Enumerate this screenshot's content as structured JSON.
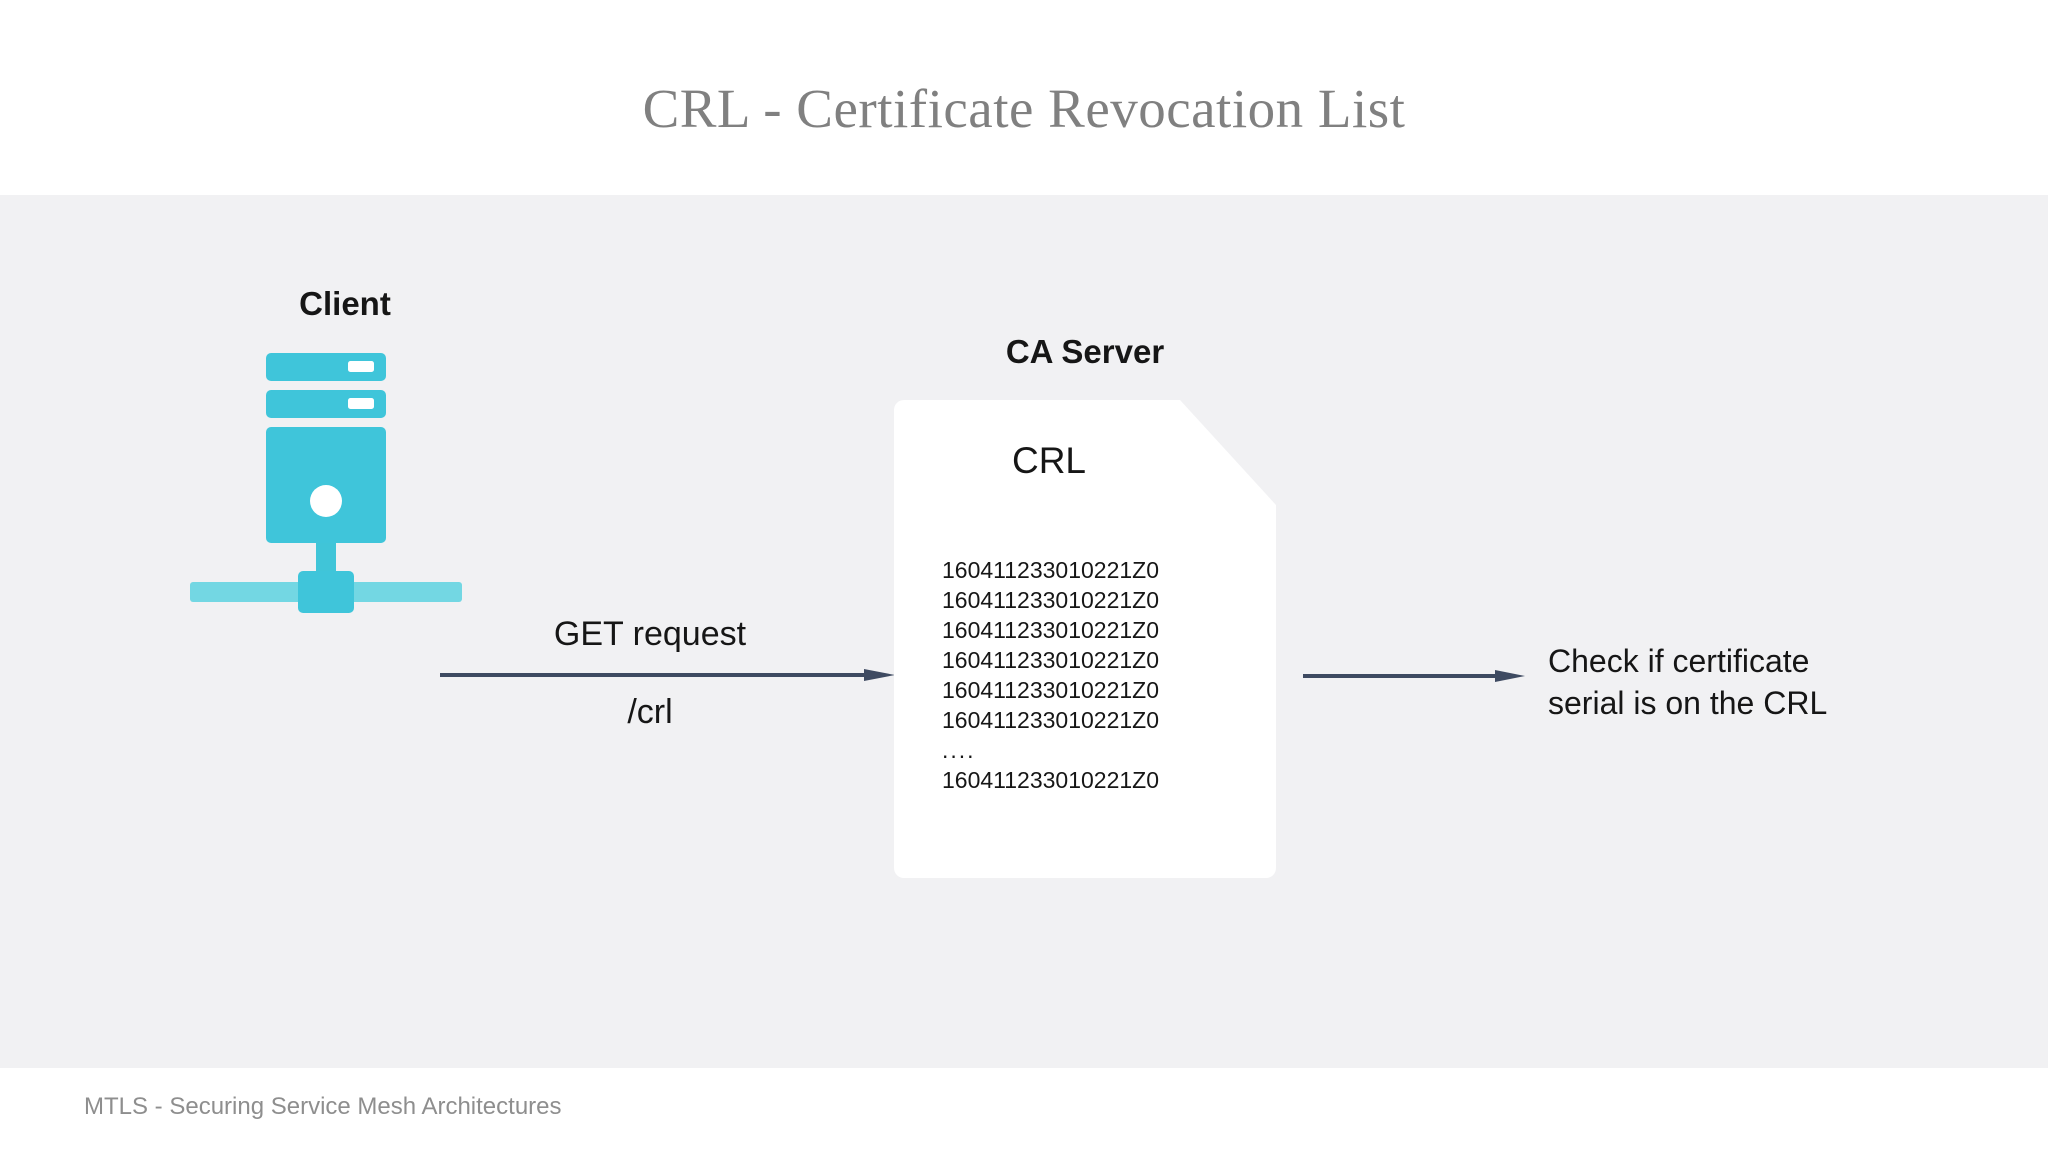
{
  "slide": {
    "title": "CRL - Certificate Revocation List",
    "background_color": "#ffffff",
    "band_color": "#f1f1f3",
    "accent_color": "#3fc5da",
    "accent_light_color": "#73d7e3",
    "arrow_color": "#3e4a61",
    "title_color": "#808080",
    "footer_color": "#8e8e8e"
  },
  "client": {
    "label": "Client",
    "icon": "server-tower-icon"
  },
  "flow": {
    "request_arrow": {
      "label_top": "GET request",
      "label_bottom": "/crl",
      "icon": "arrow-right-icon"
    },
    "check_arrow": {
      "icon": "arrow-right-icon"
    }
  },
  "ca_server": {
    "label": "CA Server",
    "document": {
      "title": "CRL",
      "icon": "document-icon",
      "serials": [
        "160411233010221Z0",
        "160411233010221Z0",
        "160411233010221Z0",
        "160411233010221Z0",
        "160411233010221Z0",
        "160411233010221Z0"
      ],
      "ellipsis": "....",
      "serial_last": "160411233010221Z0"
    }
  },
  "check_note": {
    "line1": "Check if certificate",
    "line2": "serial is on the CRL"
  },
  "footer": {
    "text": "MTLS - Securing Service Mesh Architectures"
  }
}
